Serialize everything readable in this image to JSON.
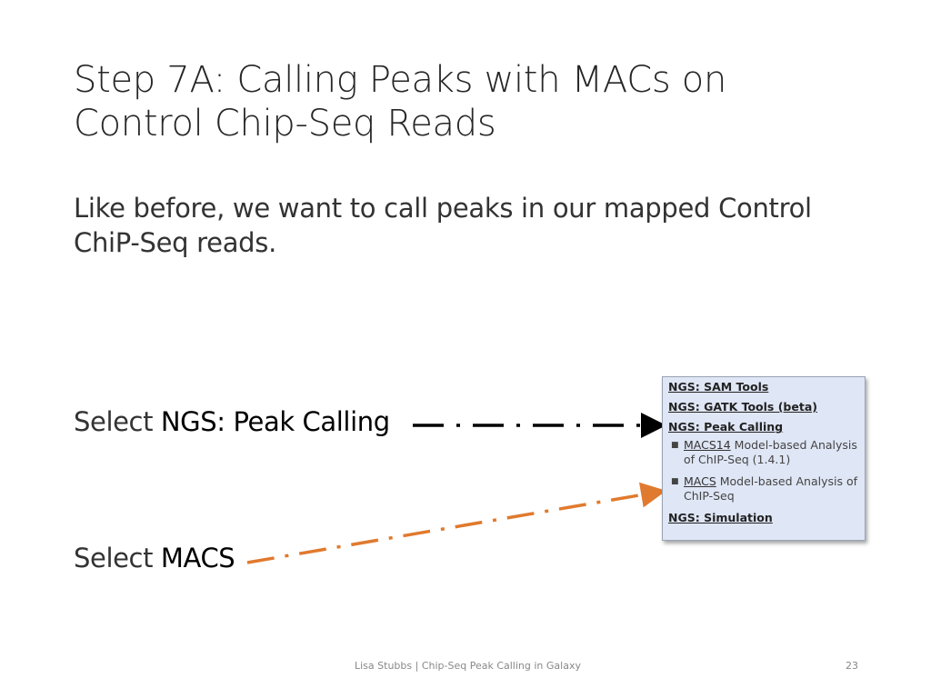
{
  "slide": {
    "title_line1": "Step 7A: Calling Peaks with MACs on",
    "title_line2": "Control Chip-Seq Reads",
    "body": "Like before, we want to call peaks in our mapped Control ChiP-Seq reads.",
    "select1_prefix": "Select ",
    "select1_target": "NGS: Peak Calling",
    "select2_prefix": "Select ",
    "select2_target": "MACS",
    "footer": "Lisa Stubbs | Chip-Seq Peak Calling in Galaxy",
    "page_number": "23"
  },
  "panel": {
    "sec_sam": "NGS: SAM Tools",
    "sec_gatk": "NGS: GATK Tools (beta)",
    "sec_peak": "NGS: Peak Calling",
    "macs14_link": "MACS14",
    "macs14_desc": " Model-based Analysis of ChIP-Seq (1.4.1)",
    "macs_link": "MACS",
    "macs_desc": " Model-based Analysis of ChIP-Seq",
    "sec_sim": "NGS: Simulation"
  },
  "colors": {
    "arrow1": "#000000",
    "arrow2": "#e07a2e",
    "panel_bg": "#dfe6f5"
  }
}
